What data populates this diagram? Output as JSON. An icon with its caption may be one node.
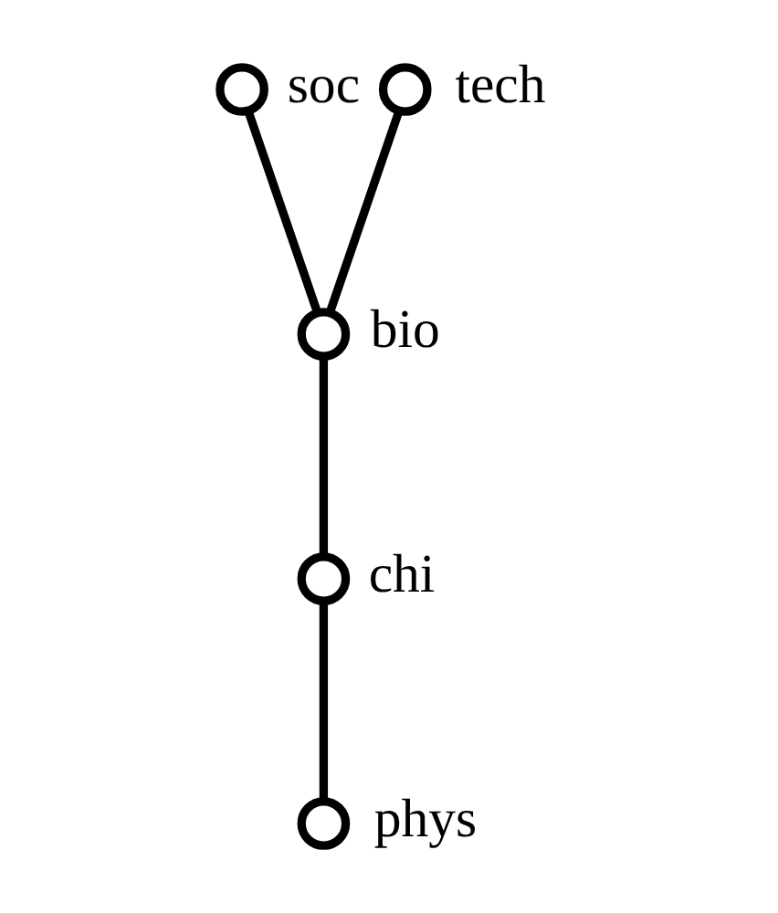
{
  "diagram": {
    "nodes": [
      {
        "text": [],
        "shape": "circle",
        "beside": [
          "soc"
        ]
      },
      {
        "text": [],
        "shape": "circle",
        "beside": [
          "tech"
        ]
      },
      {
        "text": [],
        "shape": "circle",
        "beside": [
          "bio"
        ]
      },
      {
        "text": [],
        "shape": "circle",
        "beside": [
          "chi"
        ]
      },
      {
        "text": [],
        "shape": "circle",
        "beside": [
          "phys"
        ]
      }
    ],
    "edges": [
      {
        "from": 0,
        "to": 2,
        "arrow": "none"
      },
      {
        "from": 1,
        "to": 2,
        "arrow": "none"
      },
      {
        "from": 2,
        "to": 3,
        "arrow": "none"
      },
      {
        "from": 3,
        "to": 4,
        "arrow": "none"
      }
    ]
  }
}
